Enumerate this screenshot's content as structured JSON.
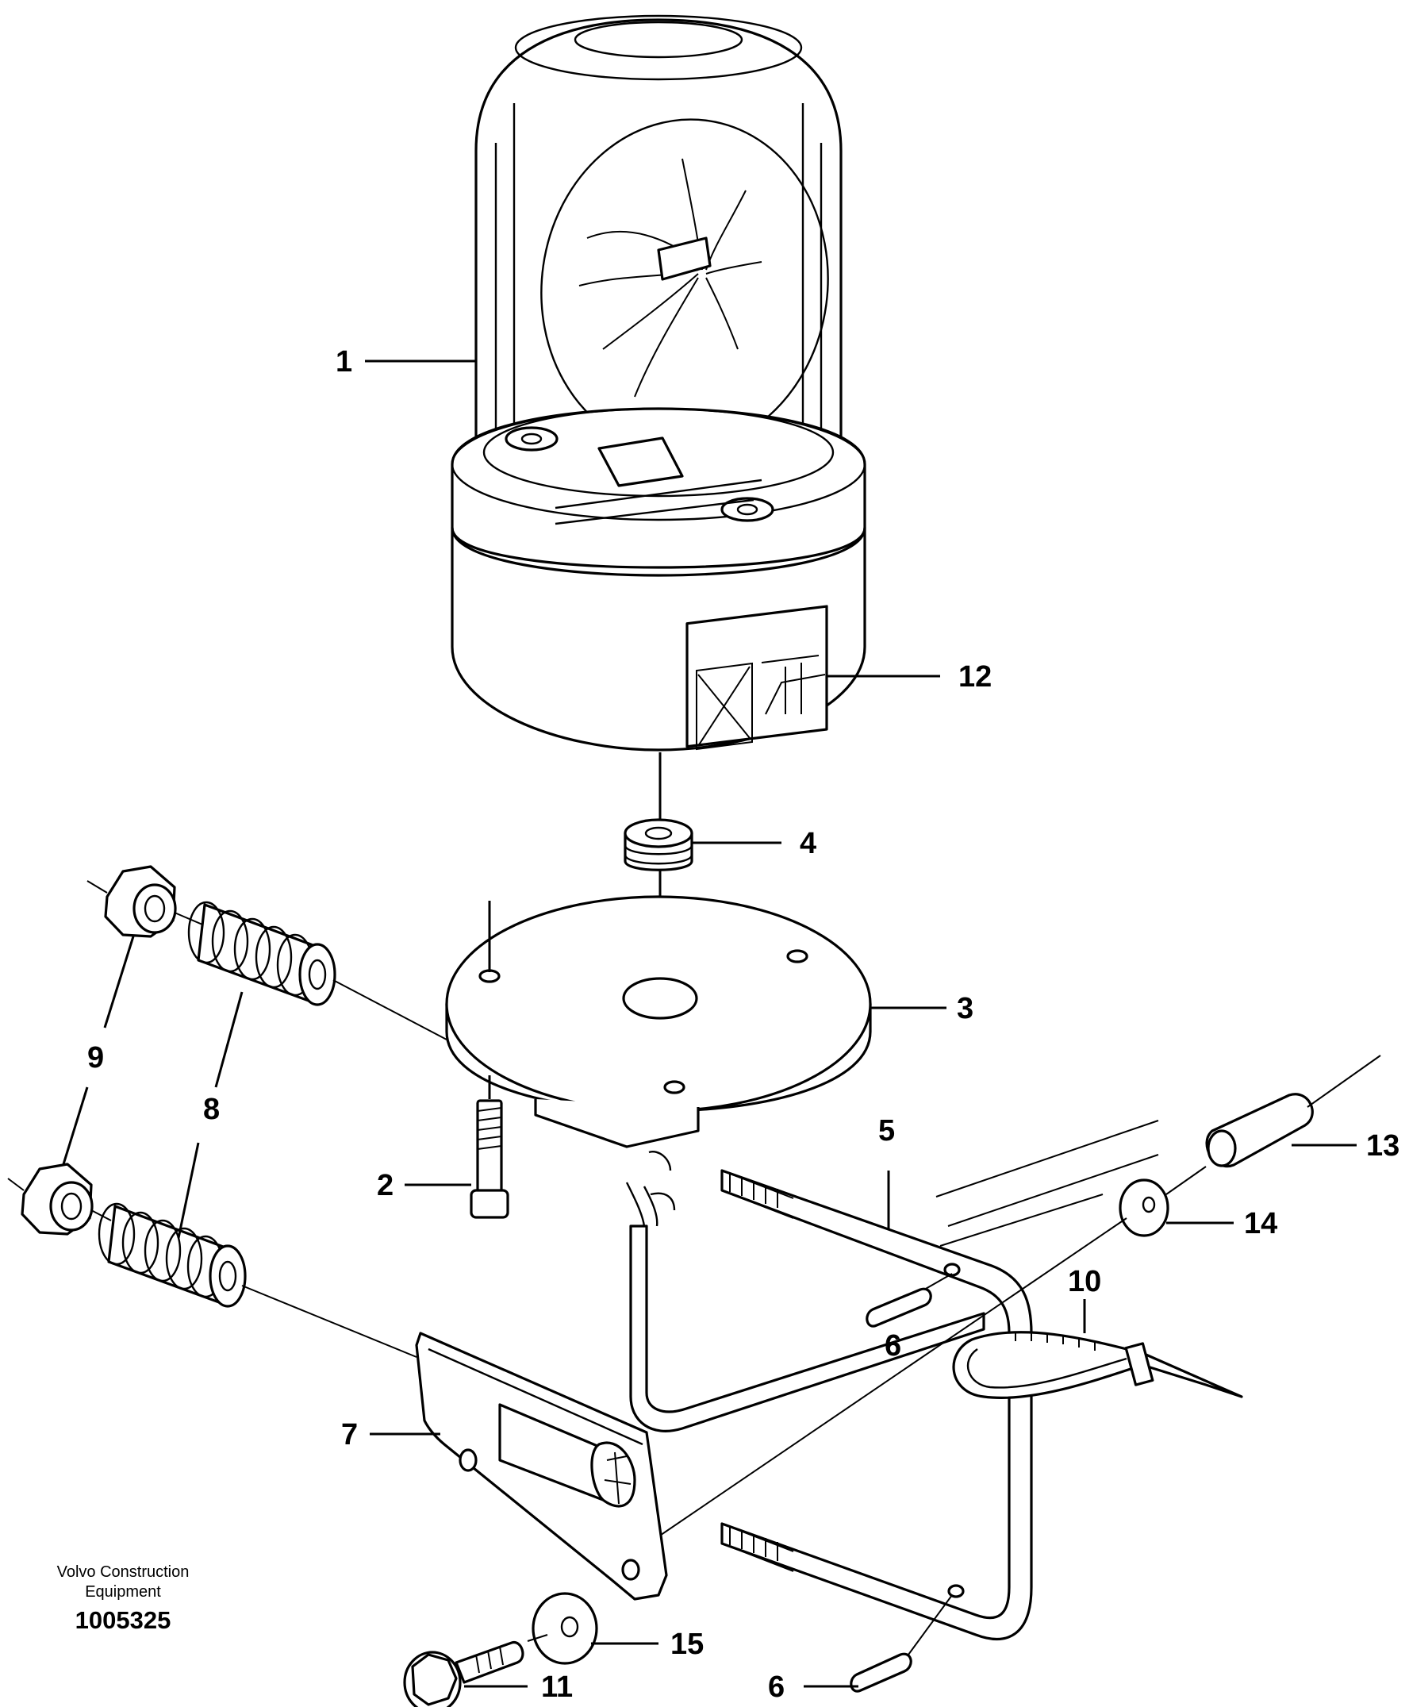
{
  "credit": {
    "line1": "Volvo Construction",
    "line2": "Equipment",
    "number": "1005325"
  },
  "callouts": {
    "c1": "1",
    "c2": "2",
    "c3": "3",
    "c4": "4",
    "c5": "5",
    "c6a": "6",
    "c6b": "6",
    "c7": "7",
    "c8": "8",
    "c9": "9",
    "c10": "10",
    "c11": "11",
    "c12": "12",
    "c13": "13",
    "c14": "14",
    "c15": "15"
  }
}
